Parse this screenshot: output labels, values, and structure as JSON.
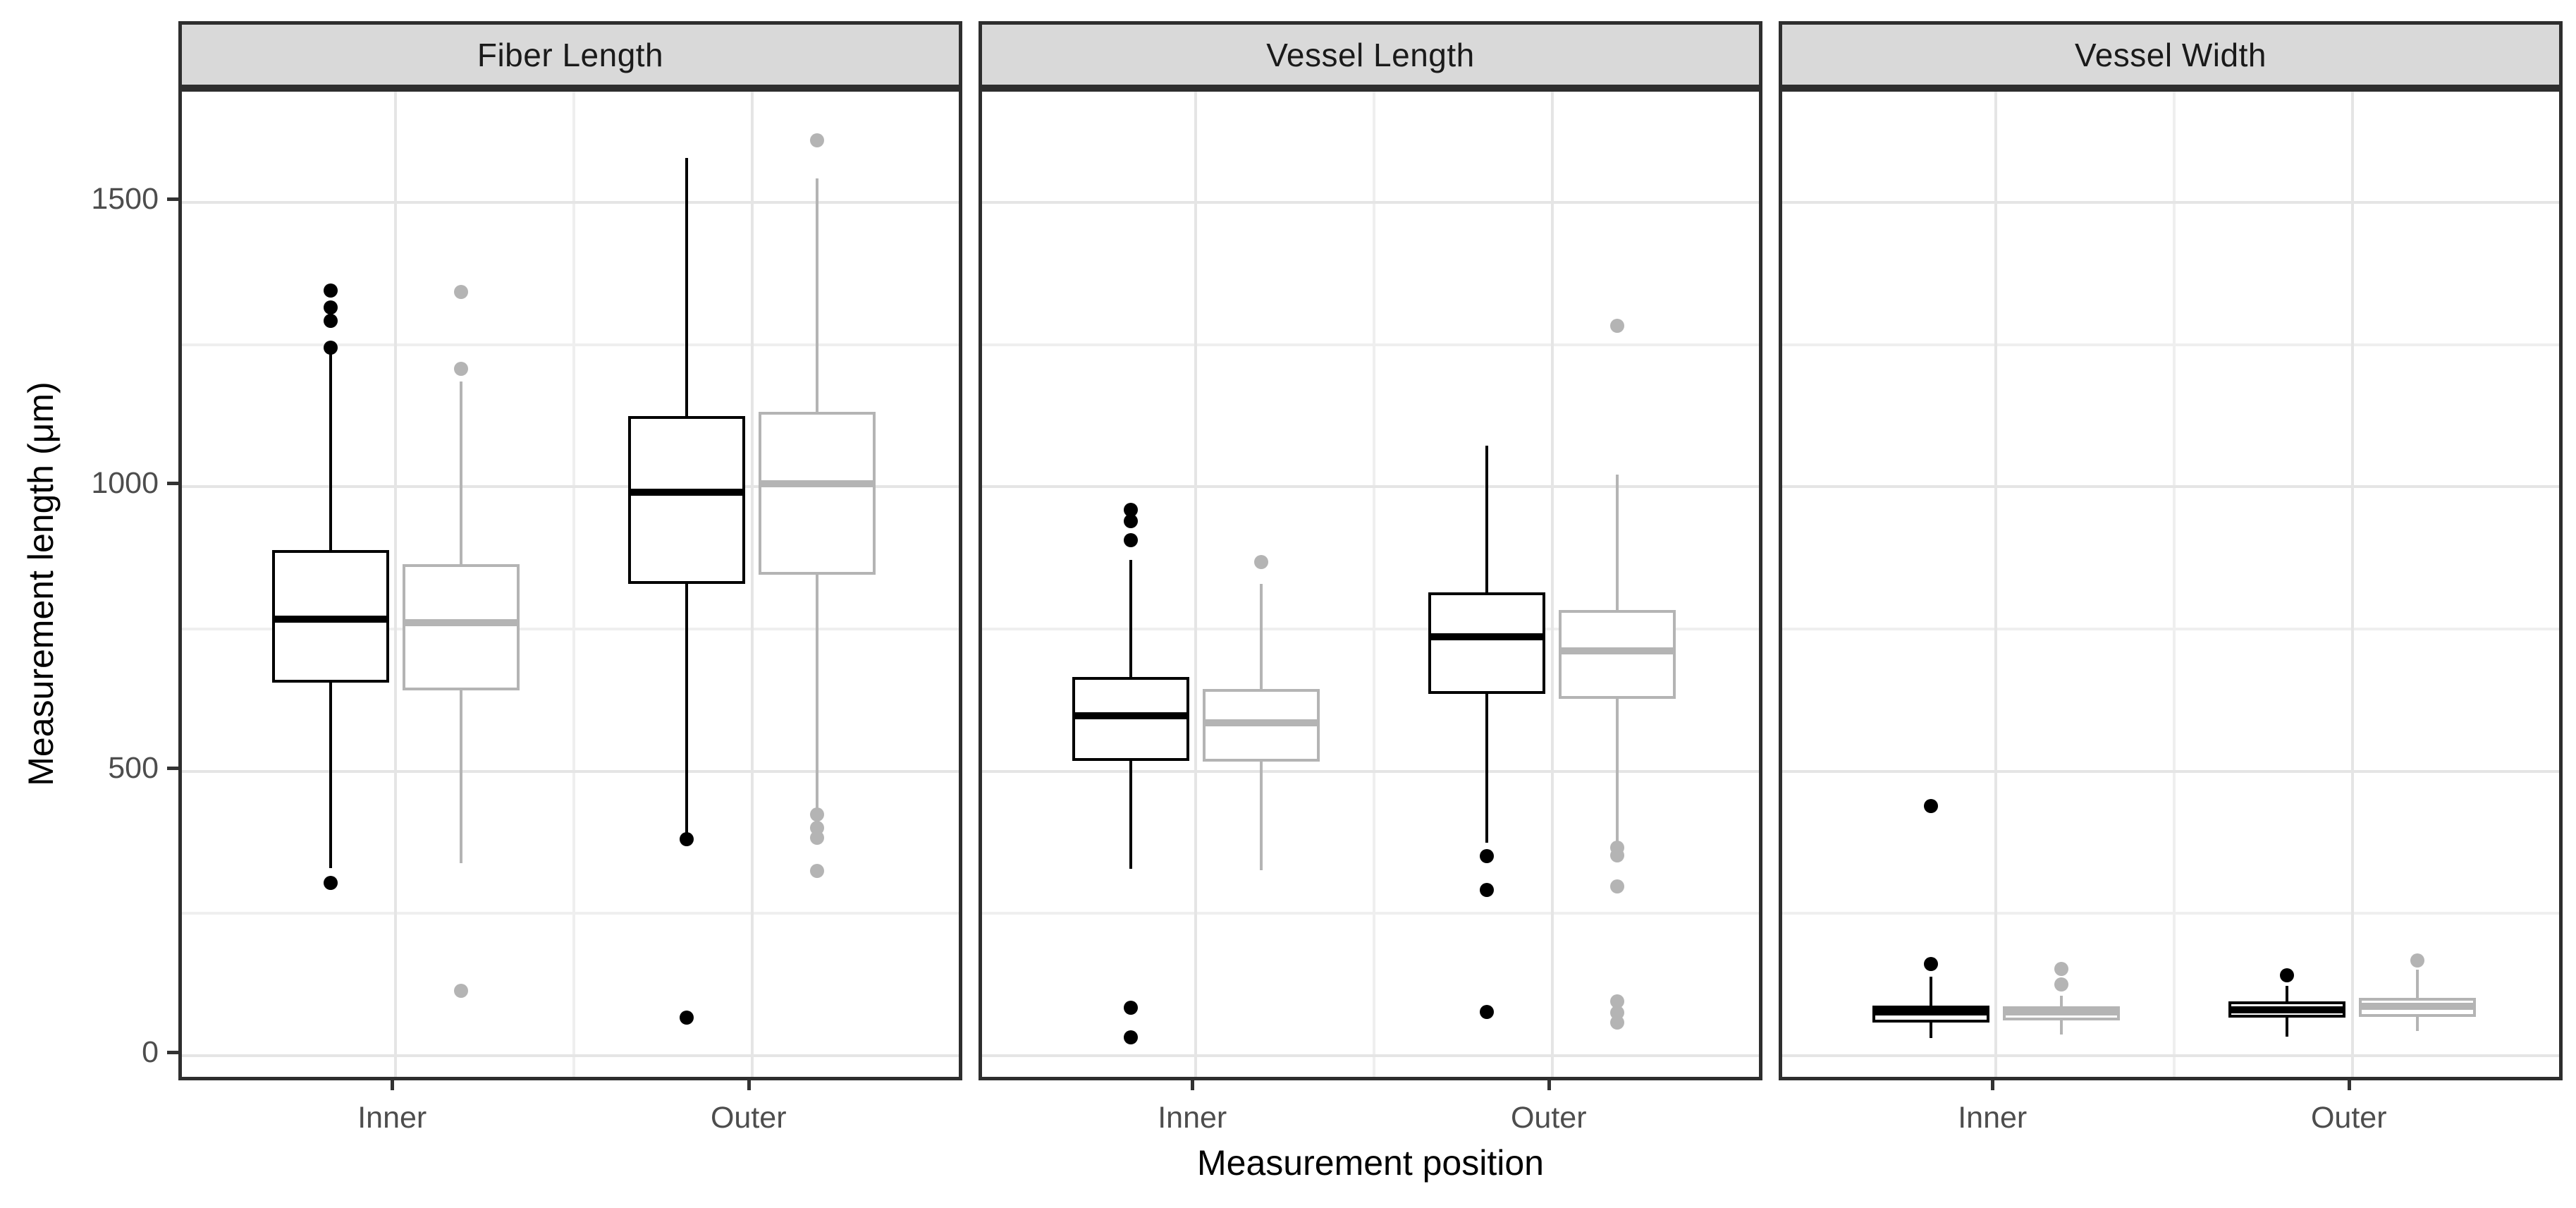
{
  "axes": {
    "y_title": "Measurement length (μm)",
    "x_title": "Measurement position",
    "y_ticks": [
      0,
      500,
      1000,
      1500
    ],
    "x_categories": [
      "Inner",
      "Outer"
    ]
  },
  "colors": {
    "series_black": "#000000",
    "series_gray": "#b4b4b4",
    "strip_fill": "#d9d9d9",
    "panel_border": "#2e2e2e",
    "grid_major": "#e5e5e5",
    "grid_minor": "#efefef",
    "tick_text": "#4d4d4d"
  },
  "chart_data": {
    "type": "boxplot",
    "title": "",
    "xlabel": "Measurement position",
    "ylabel": "Measurement length (μm)",
    "ylim": [
      -50,
      1695
    ],
    "y_major_gridlines": [
      0,
      500,
      1000,
      1500
    ],
    "y_minor_gridlines": [
      250,
      750,
      1250
    ],
    "grid": "on",
    "legend": "none",
    "series_names": [
      "black",
      "gray"
    ],
    "facets": [
      {
        "label": "Fiber Length",
        "boxes": [
          {
            "category": "Inner",
            "series": "black",
            "whisker_low": 330,
            "q1": 656,
            "median": 767,
            "q3": 889,
            "whisker_high": 1240,
            "outliers": [
              1345,
              1315,
              1292,
              1245,
              303
            ]
          },
          {
            "category": "Inner",
            "series": "gray",
            "whisker_low": 338,
            "q1": 642,
            "median": 761,
            "q3": 864,
            "whisker_high": 1185,
            "outliers": [
              1343,
              1207,
              114
            ]
          },
          {
            "category": "Outer",
            "series": "black",
            "whisker_low": 387,
            "q1": 829,
            "median": 990,
            "q3": 1124,
            "whisker_high": 1578,
            "outliers": [
              380,
              67
            ]
          },
          {
            "category": "Outer",
            "series": "gray",
            "whisker_low": 430,
            "q1": 846,
            "median": 1005,
            "q3": 1132,
            "whisker_high": 1543,
            "outliers": [
              1610,
              424,
              400,
              383,
              325
            ]
          }
        ]
      },
      {
        "label": "Vessel Length",
        "boxes": [
          {
            "category": "Inner",
            "series": "black",
            "whisker_low": 328,
            "q1": 518,
            "median": 598,
            "q3": 665,
            "whisker_high": 871,
            "outliers": [
              960,
              940,
              906,
              84,
              32
            ]
          },
          {
            "category": "Inner",
            "series": "gray",
            "whisker_low": 326,
            "q1": 517,
            "median": 585,
            "q3": 644,
            "whisker_high": 829,
            "outliers": [
              868
            ]
          },
          {
            "category": "Outer",
            "series": "black",
            "whisker_low": 374,
            "q1": 636,
            "median": 736,
            "q3": 814,
            "whisker_high": 1072,
            "outliers": [
              350,
              291,
              76
            ]
          },
          {
            "category": "Outer",
            "series": "gray",
            "whisker_low": 369,
            "q1": 627,
            "median": 711,
            "q3": 783,
            "whisker_high": 1022,
            "outliers": [
              1283,
              365,
              352,
              297,
              95,
              75,
              58
            ]
          }
        ]
      },
      {
        "label": "Vessel Width",
        "boxes": [
          {
            "category": "Inner",
            "series": "black",
            "whisker_low": 31,
            "q1": 58,
            "median": 77,
            "q3": 88,
            "whisker_high": 139,
            "outliers": [
              439,
              161
            ]
          },
          {
            "category": "Inner",
            "series": "gray",
            "whisker_low": 37,
            "q1": 62,
            "median": 77,
            "q3": 87,
            "whisker_high": 105,
            "outliers": [
              152,
              125
            ]
          },
          {
            "category": "Outer",
            "series": "black",
            "whisker_low": 33,
            "q1": 67,
            "median": 80,
            "q3": 95,
            "whisker_high": 122,
            "outliers": [
              141
            ]
          },
          {
            "category": "Outer",
            "series": "gray",
            "whisker_low": 43,
            "q1": 68,
            "median": 87,
            "q3": 101,
            "whisker_high": 151,
            "outliers": [
              167
            ]
          }
        ]
      }
    ]
  }
}
